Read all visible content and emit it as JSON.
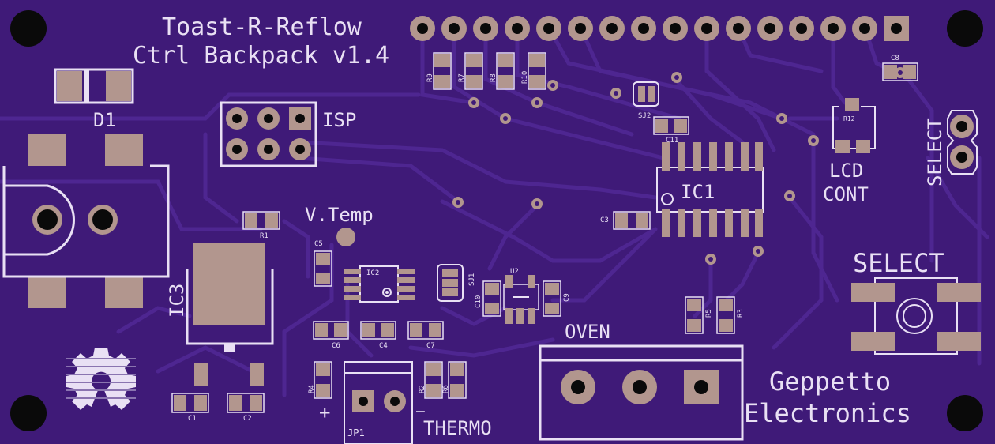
{
  "board": {
    "title_line1": "Toast-R-Reflow",
    "title_line2": "Ctrl Backpack v1.4",
    "maker_line1": "Geppetto",
    "maker_line2": "Electronics"
  },
  "labels": {
    "isp": "ISP",
    "d1": "D1",
    "ic1": "IC1",
    "ic2": "IC2",
    "ic3": "IC3",
    "u2": "U2",
    "vtemp": "V.Temp",
    "oven": "OVEN",
    "thermo": "THERMO",
    "jp1": "JP1",
    "plus": "+",
    "minus": "—",
    "select_header": "SELECT",
    "select_button": "SELECT",
    "lcd_line1": "LCD",
    "lcd_line2": "CONT",
    "sj1": "SJ1",
    "sj2": "SJ2",
    "r1": "R1",
    "r2": "R2",
    "r3": "R3",
    "r4": "R4",
    "r5": "R5",
    "r6": "R6",
    "r7": "R7",
    "r8": "R8",
    "r9": "R9",
    "r10": "R10",
    "r12": "R12",
    "c1": "C1",
    "c2": "C2",
    "c3": "C3",
    "c4": "C4",
    "c5": "C5",
    "c6": "C6",
    "c7": "C7",
    "c8": "C8",
    "c9": "C9",
    "c10": "C10",
    "c11": "C11"
  },
  "colors": {
    "board": "#3f1a78",
    "trace": "#4e2691",
    "pad": "#b2968e",
    "silk": "#e9e0f4",
    "hole": "#0a0a0a"
  },
  "icons": [
    "open-source-hardware-gear-icon",
    "mounting-hole-icon"
  ]
}
